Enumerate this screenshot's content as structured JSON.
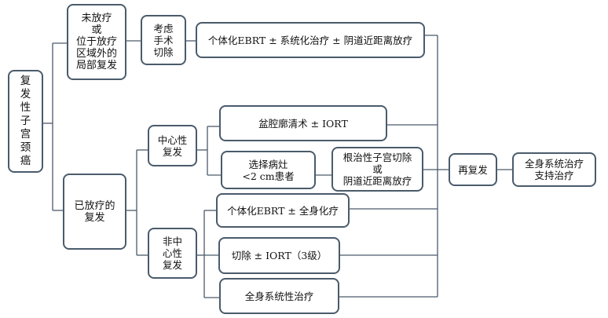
{
  "diagram": {
    "nodes": {
      "root": "复\n发\n性\n子\n宫\n颈\n癌",
      "no_radiation": "未放疗\n或\n位于放疗\n区域外的\n局部复发",
      "consider_resection": "考虑\n手术\n切除",
      "individual_ebrt_chemo_brachy": "个体化EBRT ± 系统化治疗 ± 阴道近距离放疗",
      "post_radiation": "已放疗的\n复发",
      "central": "中心性\n复发",
      "pelvic_exenteration": "盆腔廓清术 ± IORT",
      "selected_lesion": "选择病灶\n<2 cm患者",
      "radical_hysterectomy": "根治性子宫切除\n或\n阴道近距离放疗",
      "non_central": "非中\n心性\n复发",
      "individual_ebrt_chemo": "个体化EBRT ± 全身化疗",
      "resection_iort": "切除 ± IORT（3级）",
      "systemic_therapy": "全身系统性治疗",
      "recurrence_again": "再复发",
      "systemic_support": "全身系统治疗\n支持治疗"
    }
  }
}
